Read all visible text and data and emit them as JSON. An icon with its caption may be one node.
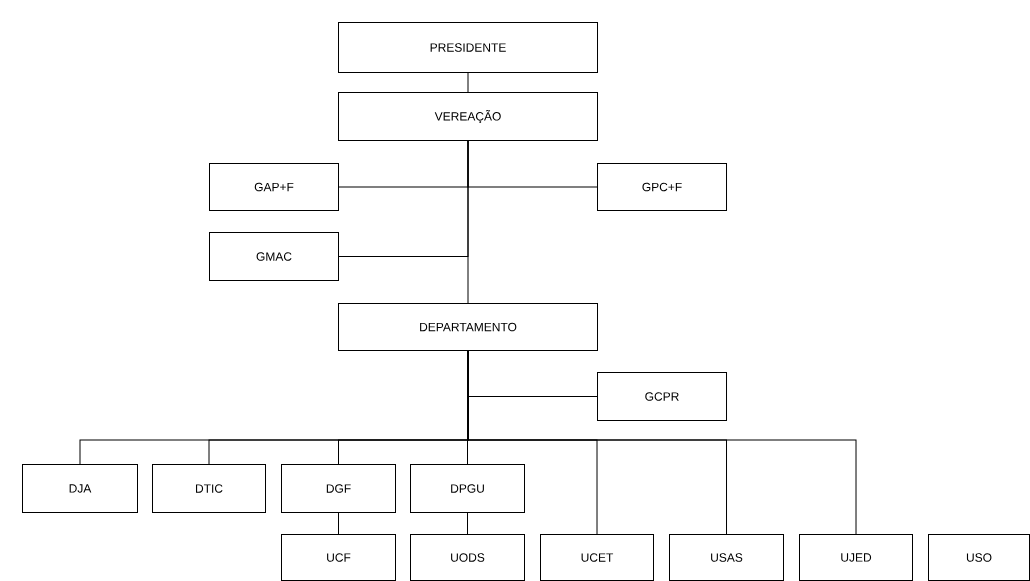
{
  "diagram": {
    "nodes": [
      {
        "text": [
          "PRESIDENTE"
        ]
      },
      {
        "text": [
          "VEREAÇÃO"
        ]
      },
      {
        "text": [
          "GAP+F"
        ]
      },
      {
        "text": [
          "GPC+F"
        ]
      },
      {
        "text": [
          "GMAC"
        ]
      },
      {
        "text": [
          "DEPARTAMENTO"
        ]
      },
      {
        "text": [
          "GCPR"
        ]
      },
      {
        "text": [
          "DJA"
        ]
      },
      {
        "text": [
          "DTIC"
        ]
      },
      {
        "text": [
          "DGF"
        ]
      },
      {
        "text": [
          "DPGU"
        ]
      },
      {
        "text": [
          "UCF"
        ]
      },
      {
        "text": [
          "UODS"
        ]
      },
      {
        "text": [
          "UCET"
        ]
      },
      {
        "text": [
          "USAS"
        ]
      },
      {
        "text": [
          "UJED"
        ]
      },
      {
        "text": [
          "USO"
        ]
      }
    ],
    "edges": [
      {
        "from": 0,
        "to": 1,
        "arrow": "none"
      },
      {
        "from": 1,
        "to": 2,
        "arrow": "none"
      },
      {
        "from": 1,
        "to": 3,
        "arrow": "none"
      },
      {
        "from": 1,
        "to": 4,
        "arrow": "none"
      },
      {
        "from": 1,
        "to": 5,
        "arrow": "none"
      },
      {
        "from": 5,
        "to": 6,
        "arrow": "none"
      },
      {
        "from": 5,
        "to": 7,
        "arrow": "none"
      },
      {
        "from": 5,
        "to": 8,
        "arrow": "none"
      },
      {
        "from": 5,
        "to": 9,
        "arrow": "none"
      },
      {
        "from": 5,
        "to": 10,
        "arrow": "none"
      },
      {
        "from": 5,
        "to": 13,
        "arrow": "none"
      },
      {
        "from": 5,
        "to": 14,
        "arrow": "none"
      },
      {
        "from": 5,
        "to": 15,
        "arrow": "none"
      },
      {
        "from": 9,
        "to": 11,
        "arrow": "none"
      },
      {
        "from": 10,
        "to": 12,
        "arrow": "none"
      }
    ]
  }
}
